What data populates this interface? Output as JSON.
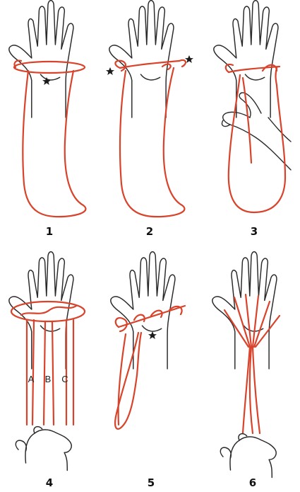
{
  "steps": [
    {
      "number": "1"
    },
    {
      "number": "2"
    },
    {
      "number": "3"
    },
    {
      "number": "4"
    },
    {
      "number": "5"
    },
    {
      "number": "6"
    }
  ],
  "panel4_letters": [
    "A",
    "B",
    "C"
  ],
  "colors": {
    "string": "#d9432b",
    "outline": "#2a2a2a",
    "background": "#ffffff"
  },
  "icons": [
    "star-marker-icon"
  ]
}
